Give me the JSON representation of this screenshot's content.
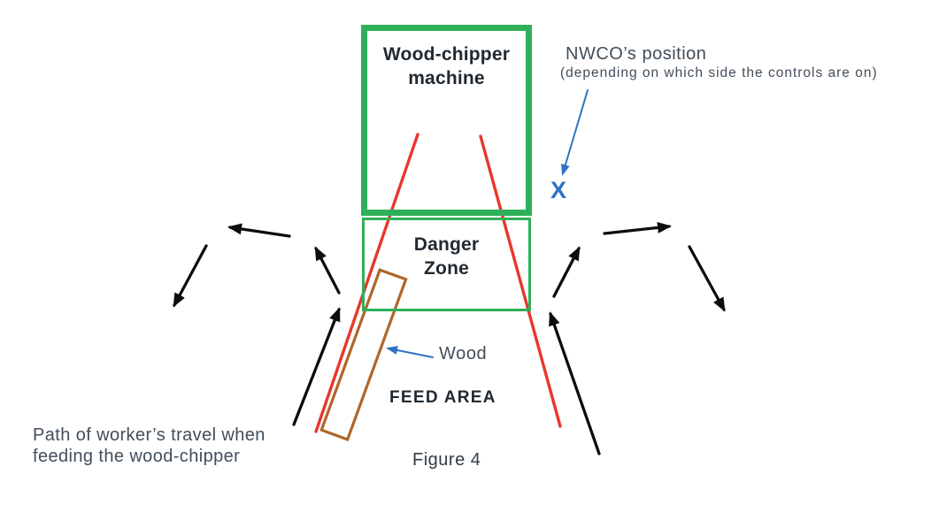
{
  "figure": {
    "machine_label": "Wood-chipper\nmachine",
    "danger_zone_label": "Danger\nZone",
    "nwco_title": "NWCO’s position",
    "nwco_subtitle": "(depending on which side the controls are on)",
    "nwco_marker": "X",
    "wood_label": "Wood",
    "feed_area_label": "FEED AREA",
    "caption": "Figure 4",
    "worker_path_label": "Path of worker’s travel when\nfeeding the wood-chipper"
  },
  "colors": {
    "machine_green": "#2eb05a",
    "danger_red": "#e8362d",
    "wood_brown": "#b0662a",
    "nwco_blue": "#2f72c4",
    "arrow_black": "#0d0d0d",
    "heading_dark": "#212a32",
    "label_gray": "#414e5a"
  }
}
